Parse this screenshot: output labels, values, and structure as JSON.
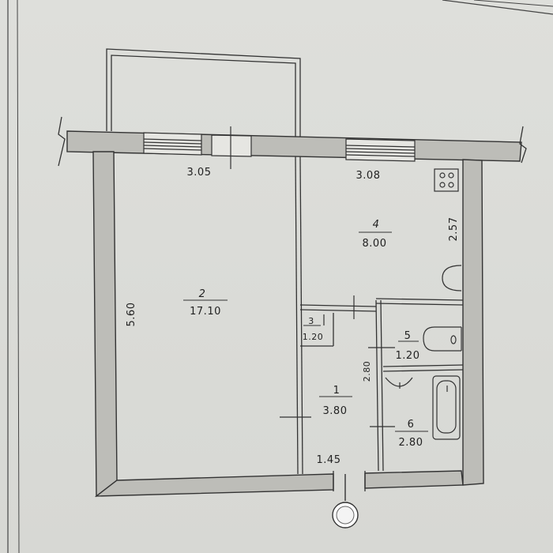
{
  "plan": {
    "rooms": [
      {
        "number": "2",
        "area": "17.10"
      },
      {
        "number": "4",
        "area": "8.00"
      },
      {
        "number": "3",
        "area": "1.20"
      },
      {
        "number": "5",
        "area": "1.20"
      },
      {
        "number": "1",
        "area": "3.80"
      },
      {
        "number": "6",
        "area": "2.80"
      }
    ],
    "dimensions": {
      "room2_width": "3.05",
      "room4_width": "3.08",
      "left_height": "5.60",
      "room4_height": "2.57",
      "corridor_width": "1.45",
      "bath_height": "2.80"
    }
  },
  "colors": {
    "paper": "#dedfdb",
    "wall_fill": "#bdbdb8",
    "line": "#333333"
  }
}
